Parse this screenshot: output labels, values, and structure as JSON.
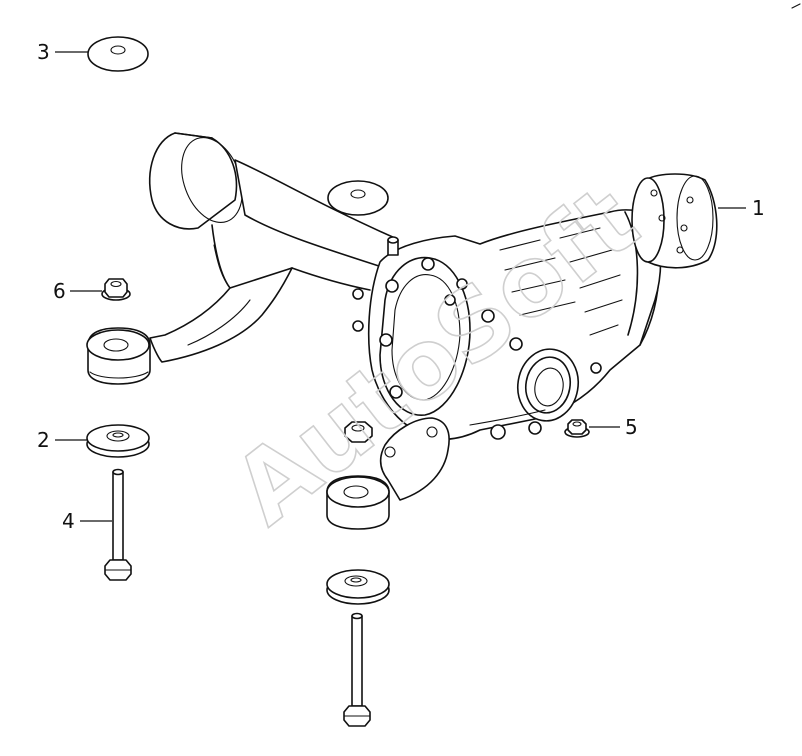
{
  "callouts": [
    {
      "id": "1",
      "label": "1"
    },
    {
      "id": "2",
      "label": "2"
    },
    {
      "id": "3",
      "label": "3"
    },
    {
      "id": "4",
      "label": "4"
    },
    {
      "id": "5",
      "label": "5"
    },
    {
      "id": "6",
      "label": "6"
    }
  ],
  "watermark": "AutoSoft",
  "colors": {
    "line": "#111111",
    "background": "#ffffff",
    "watermark": "#cfcfcf"
  }
}
